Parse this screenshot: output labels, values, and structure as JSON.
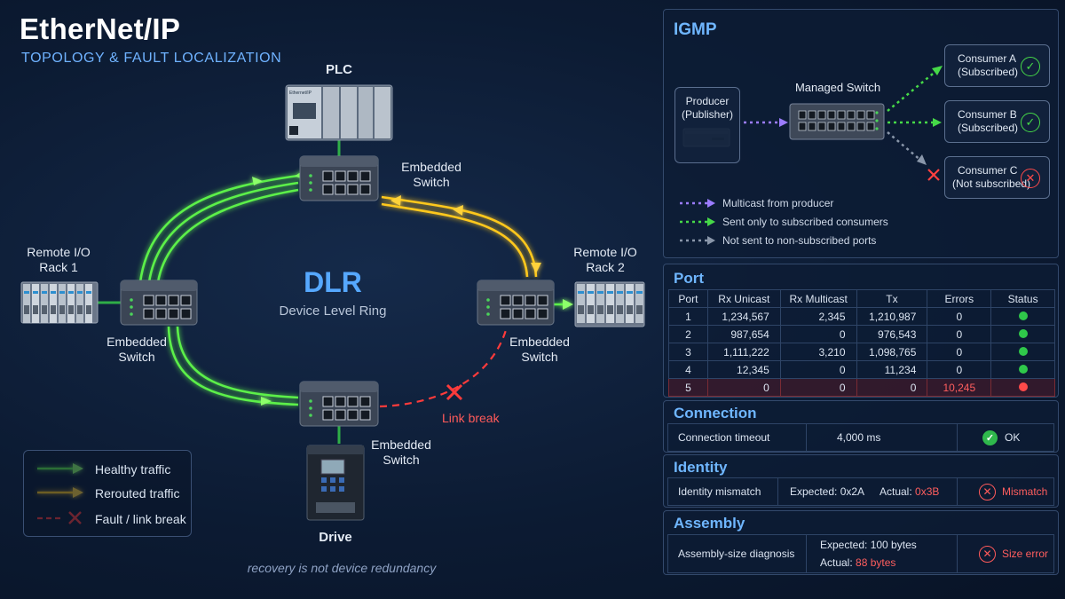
{
  "header": {
    "title": "EtherNet/IP",
    "subtitle": "TOPOLOGY & FAULT LOCALIZATION"
  },
  "topology": {
    "plc_label": "PLC",
    "plc_switch_label": "Embedded Switch",
    "rack1_label_line1": "Remote I/O",
    "rack1_label_line2": "Rack 1",
    "rack1_switch_label": "Embedded Switch",
    "rack2_label_line1": "Remote I/O",
    "rack2_label_line2": "Rack 2",
    "rack2_switch_label": "Embedded Switch",
    "drive_switch_label": "Embedded Switch",
    "drive_label": "Drive",
    "dlr_title": "DLR",
    "dlr_subtitle": "Device Level Ring",
    "link_break": "Link break",
    "recovery_note": "recovery is not device redundancy",
    "device_brand": "Ethernet/IP",
    "colors": {
      "healthy": "#5cf04a",
      "rerouted": "#ffc81e",
      "fault": "#ff3b3b",
      "cable": "#2fae47"
    }
  },
  "legend": {
    "healthy": "Healthy traffic",
    "rerouted": "Rerouted traffic",
    "fault": "Fault / link break"
  },
  "igmp": {
    "title": "IGMP",
    "producer_line1": "Producer",
    "producer_line2": "(Publisher)",
    "switch_label": "Managed Switch",
    "consumers": [
      {
        "name": "Consumer A",
        "state": "(Subscribed)",
        "subscribed": true
      },
      {
        "name": "Consumer B",
        "state": "(Subscribed)",
        "subscribed": true
      },
      {
        "name": "Consumer C",
        "state": "(Not subscribed)",
        "subscribed": false
      }
    ],
    "legend": [
      {
        "text": "Multicast from producer",
        "color": "#9b7cff"
      },
      {
        "text": "Sent only to subscribed consumers",
        "color": "#46d948"
      },
      {
        "text": "Not sent to non-subscribed ports",
        "color": "#8a97aa"
      }
    ]
  },
  "port": {
    "title": "Port",
    "columns": [
      "Port",
      "Rx Unicast",
      "Rx Multicast",
      "Tx",
      "Errors",
      "Status"
    ],
    "rows": [
      {
        "port": "1",
        "rx_unicast": "1,234,567",
        "rx_multicast": "2,345",
        "tx": "1,210,987",
        "errors": "0",
        "status": "ok"
      },
      {
        "port": "2",
        "rx_unicast": "987,654",
        "rx_multicast": "0",
        "tx": "976,543",
        "errors": "0",
        "status": "ok"
      },
      {
        "port": "3",
        "rx_unicast": "1,111,222",
        "rx_multicast": "3,210",
        "tx": "1,098,765",
        "errors": "0",
        "status": "ok"
      },
      {
        "port": "4",
        "rx_unicast": "12,345",
        "rx_multicast": "0",
        "tx": "11,234",
        "errors": "0",
        "status": "ok"
      },
      {
        "port": "5",
        "rx_unicast": "0",
        "rx_multicast": "0",
        "tx": "0",
        "errors": "10,245",
        "status": "error"
      }
    ],
    "status_colors": {
      "ok": "#2fc84a",
      "error": "#ff4a4a"
    }
  },
  "connection": {
    "title": "Connection",
    "label": "Connection timeout",
    "value": "4,000 ms",
    "status": "OK"
  },
  "identity": {
    "title": "Identity",
    "label": "Identity mismatch",
    "expected": "Expected: 0x2A",
    "actual_label": "Actual:",
    "actual_value": "0x3B",
    "status": "Mismatch"
  },
  "assembly": {
    "title": "Assembly",
    "label": "Assembly-size diagnosis",
    "expected": "Expected: 100 bytes",
    "actual_label": "Actual:",
    "actual_value": "88 bytes",
    "status": "Size error"
  }
}
